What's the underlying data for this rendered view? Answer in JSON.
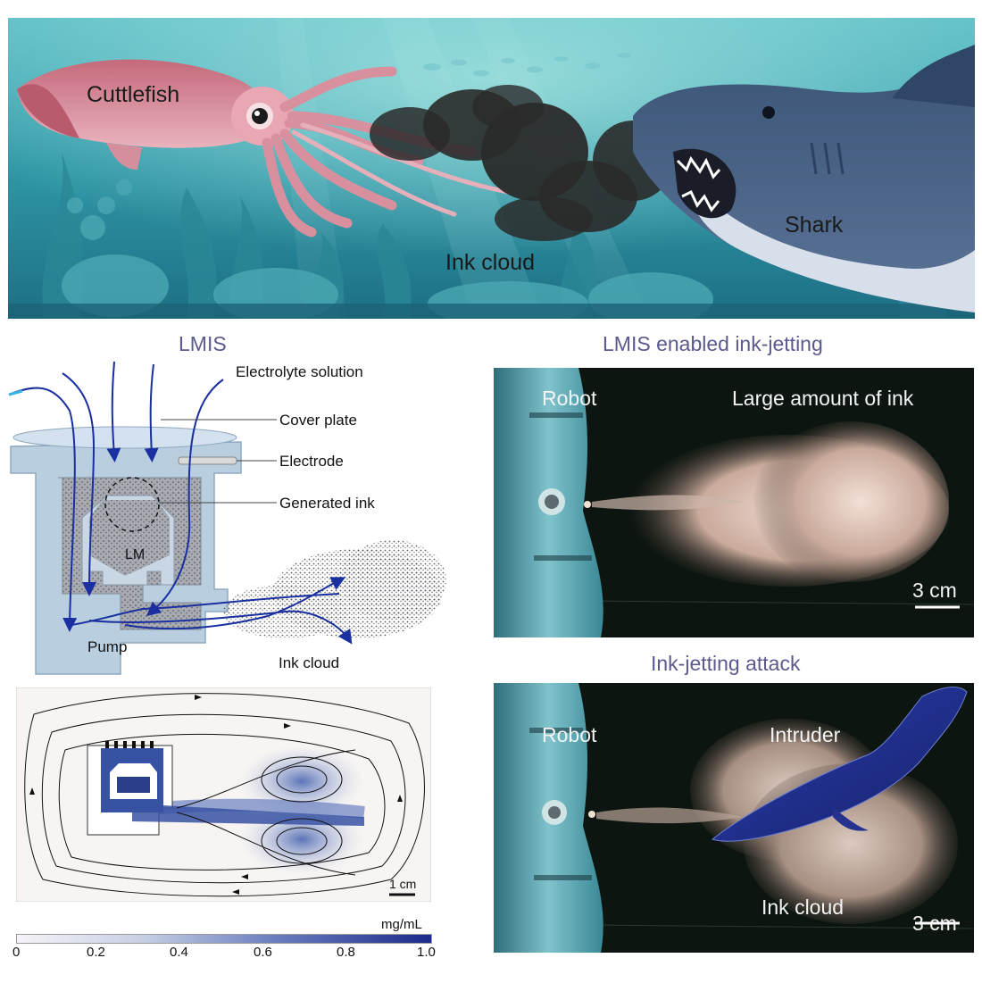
{
  "scene": {
    "cuttlefish": "Cuttlefish",
    "ink_cloud": "Ink cloud",
    "shark": "Shark"
  },
  "lmis": {
    "title": "LMIS",
    "electrolyte": "Electrolyte solution",
    "cover_plate": "Cover plate",
    "electrode": "Electrode",
    "generated_ink": "Generated ink",
    "lm": "LM",
    "pump": "Pump",
    "ink_cloud": "Ink cloud"
  },
  "simulation": {
    "scale_bar": "1 cm",
    "colorbar_unit": "mg/mL",
    "colorbar_ticks": [
      "0",
      "0.2",
      "0.4",
      "0.6",
      "0.8",
      "1.0"
    ],
    "colors": {
      "low": "#f6f3f8",
      "high": "#1c2a8a"
    }
  },
  "photo1": {
    "title": "LMIS enabled ink-jetting",
    "robot": "Robot",
    "ink": "Large amount of ink",
    "scale": "3 cm"
  },
  "photo2": {
    "title": "Ink-jetting attack",
    "robot": "Robot",
    "intruder": "Intruder",
    "ink_cloud": "Ink cloud",
    "scale": "3 cm"
  }
}
